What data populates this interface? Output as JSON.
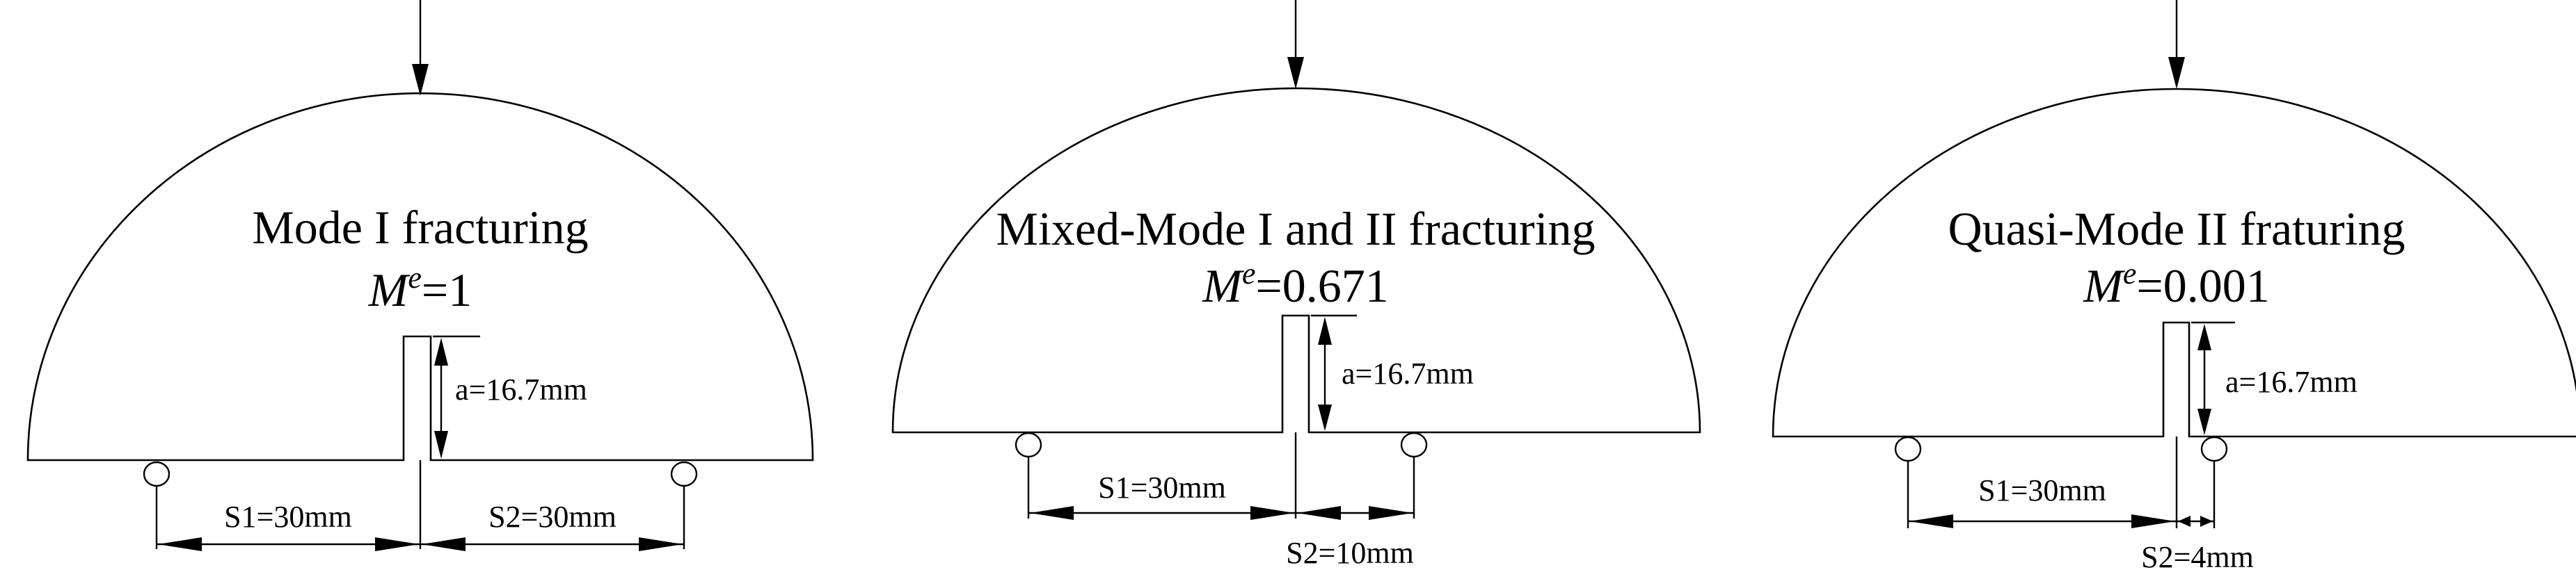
{
  "specimens": [
    {
      "id": "mode-1",
      "title": "Mode I fracturing",
      "m_var": "M",
      "m_sup": "e",
      "m_value": "=1",
      "crack_label": "a=16.7mm",
      "s1_label": "S1=30mm",
      "s2_label": "S2=30mm"
    },
    {
      "id": "mixed-mode",
      "title": "Mixed-Mode I and II fracturing",
      "m_var": "M",
      "m_sup": "e",
      "m_value": "=0.671",
      "crack_label": "a=16.7mm",
      "s1_label": "S1=30mm",
      "s2_label": "S2=10mm"
    },
    {
      "id": "quasi-mode-2",
      "title": "Quasi-Mode II fraturing",
      "m_var": "M",
      "m_sup": "e",
      "m_value": "=0.001",
      "crack_label": "a=16.7mm",
      "s1_label": "S1=30mm",
      "s2_label": "S2=4mm"
    }
  ]
}
